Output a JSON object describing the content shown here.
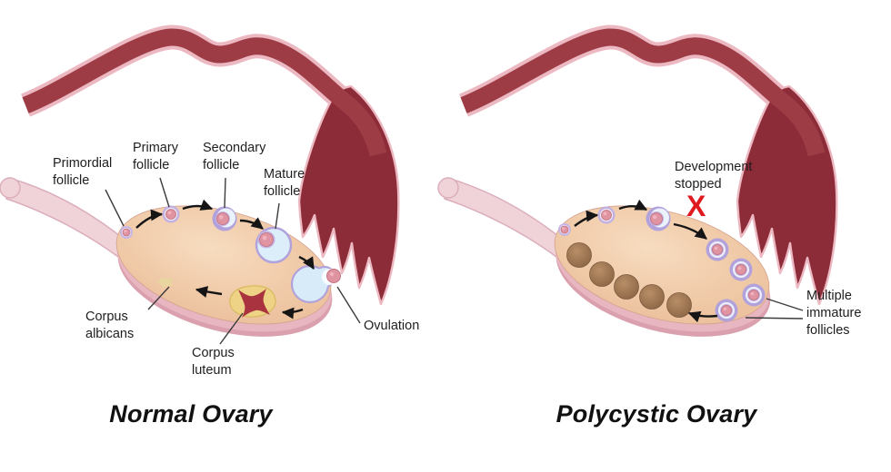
{
  "left_panel": {
    "title": "Normal Ovary",
    "labels": {
      "primordial_follicle": "Primordial follicle",
      "primary_follicle": "Primary follicle",
      "secondary_follicle": "Secondary follicle",
      "mature_follicle": "Mature follicle",
      "ovulation": "Ovulation",
      "corpus_albicans": "Corpus albicans",
      "corpus_luteum": "Corpus luteum"
    }
  },
  "right_panel": {
    "title": "Polycystic Ovary",
    "labels": {
      "development_stopped": "Development stopped",
      "stop_marker": "X",
      "multiple_immature_follicles": "Multiple immature follicles"
    }
  },
  "colors": {
    "tube": "#9e3c46",
    "fimbriae": "#8c2c38",
    "tube_outline": "#ecb9c2",
    "ovary_fill": "#f0c9a7",
    "ovary_rim": "#e8b6c0",
    "ligament": "#f0d2d9",
    "follicle_ring": "#b2a2db",
    "follicle_fluid": "#dbeef9",
    "egg": "#e093a0",
    "corpus_luteum": "#eed387",
    "corpus_luteum_star": "#a9343f",
    "corpus_albicans": "#e9d5a0",
    "cyst_brown": "#9d7552",
    "stop_x": "#e0191f",
    "text": "#1e1e1e"
  }
}
